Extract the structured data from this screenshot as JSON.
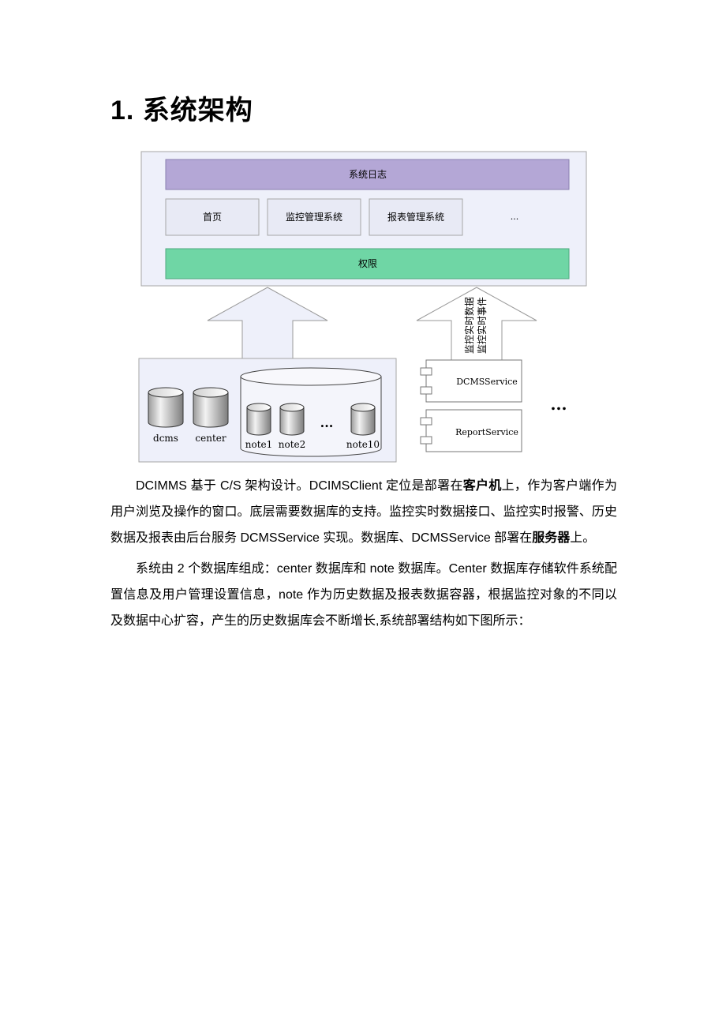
{
  "heading": "1. 系统架构",
  "diagram": {
    "top_layer": {
      "log_bar": "系统日志",
      "modules": [
        "首页",
        "监控管理系统",
        "报表管理系统",
        "..."
      ],
      "permission_bar": "权限"
    },
    "right_arrow_lines": [
      "监控实时数据",
      "监控实时事件"
    ],
    "databases": {
      "standalone": [
        "dcms",
        "center"
      ],
      "note_group": [
        "note1",
        "note2",
        "note10"
      ],
      "ellipsis": "..."
    },
    "services": [
      "DCMSService",
      "ReportService"
    ],
    "services_ellipsis": "..."
  },
  "paragraphs": {
    "p1": {
      "t1": "DCIMMS 基于 C/S 架构设计。DCIMSClient 定位是部署在",
      "b1": "客户机",
      "t2": "上，作为客户端作为用户浏览及操作的窗口。底层需要数据库的支持。监控实时数据接口、监控实时报警、历史数据及报表由后台服务 DCMSService 实现。数据库、DCMSService 部署在",
      "b2": "服务器",
      "t3": "上。"
    },
    "p2": "系统由 2 个数据库组成：center 数据库和 note 数据库。Center 数据库存储软件系统配置信息及用户管理设置信息，note 作为历史数据及报表数据容器，根据监控对象的不同以及数据中心扩容，产生的历史数据库会不断增长,系统部署结构如下图所示："
  },
  "colors": {
    "log_bar": "#b4a7d6",
    "permission_bar": "#6fd6a5",
    "panel_bg": "#eef0fa",
    "module_bg": "#e8eaf5"
  }
}
